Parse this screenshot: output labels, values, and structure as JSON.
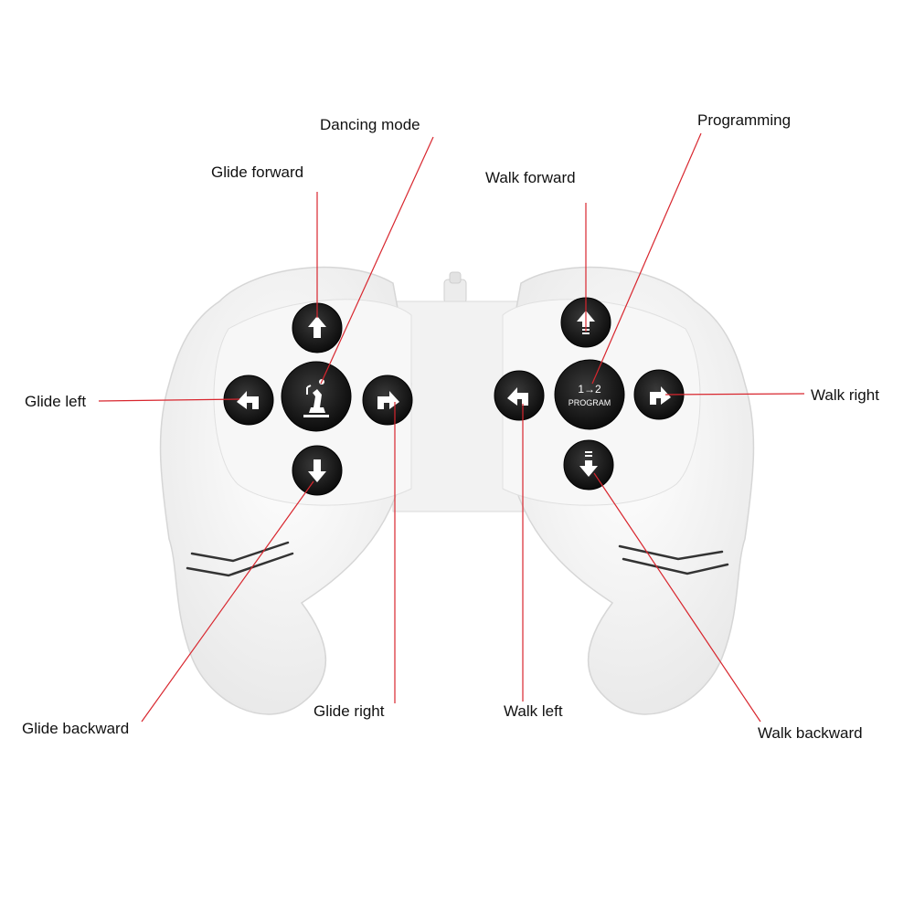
{
  "labels": {
    "dancing_mode": "Dancing mode",
    "glide_forward": "Glide forward",
    "glide_left": "Glide left",
    "glide_right": "Glide right",
    "glide_backward": "Glide backward",
    "programming": "Programming",
    "walk_forward": "Walk forward",
    "walk_right": "Walk right",
    "walk_left": "Walk left",
    "walk_backward": "Walk backward"
  },
  "buttons": {
    "program_top": "1→2",
    "program_bottom": "PROGRAM"
  },
  "colors": {
    "leader_line": "#d8262e",
    "button": "#1a1a1a",
    "body": "#f4f4f4"
  }
}
